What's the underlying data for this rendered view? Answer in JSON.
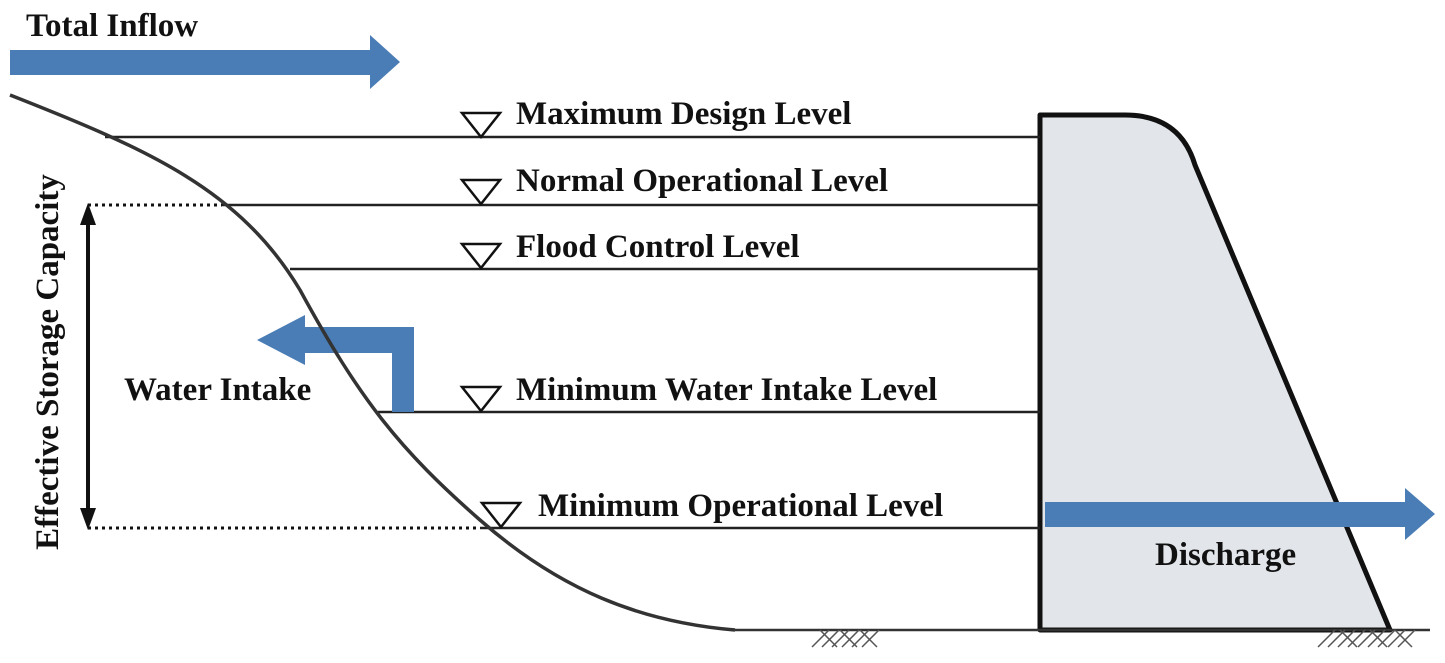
{
  "labels": {
    "total_inflow": "Total Inflow",
    "water_intake": "Water Intake",
    "discharge": "Discharge",
    "effective_storage": "Effective Storage Capacity"
  },
  "levels": [
    {
      "key": "max_design",
      "label": "Maximum Design Level"
    },
    {
      "key": "normal_operational",
      "label": "Normal Operational Level"
    },
    {
      "key": "flood_control",
      "label": "Flood Control Level"
    },
    {
      "key": "min_intake",
      "label": "Minimum Water Intake Level"
    },
    {
      "key": "min_operational",
      "label": "Minimum Operational Level"
    }
  ],
  "colors": {
    "arrow": "#4a7db5",
    "dam_fill": "#e2e6ea",
    "line": "#222222",
    "text": "#111111"
  }
}
